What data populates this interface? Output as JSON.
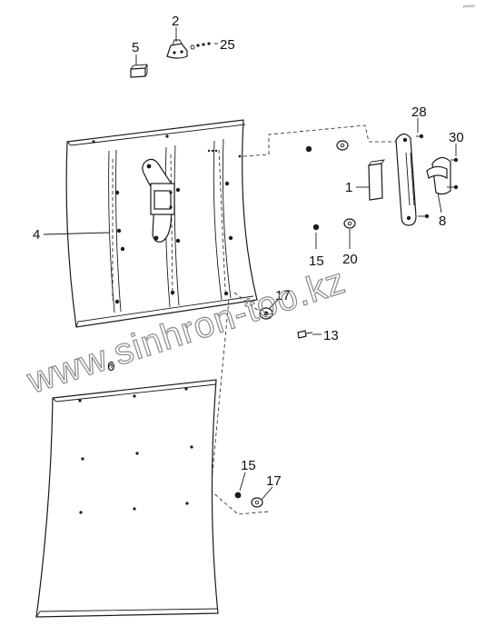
{
  "watermark": "www.sinhron-too.kz",
  "corner_mark": "yd0002",
  "callouts": {
    "c1": "1",
    "c2": "2",
    "c4": "4",
    "c5": "5",
    "c6": "6",
    "c8": "8",
    "c13": "13",
    "c15a": "15",
    "c15b": "15",
    "c17a": "17",
    "c17b": "17",
    "c20": "20",
    "c25": "25",
    "c28": "28",
    "c30": "30"
  }
}
